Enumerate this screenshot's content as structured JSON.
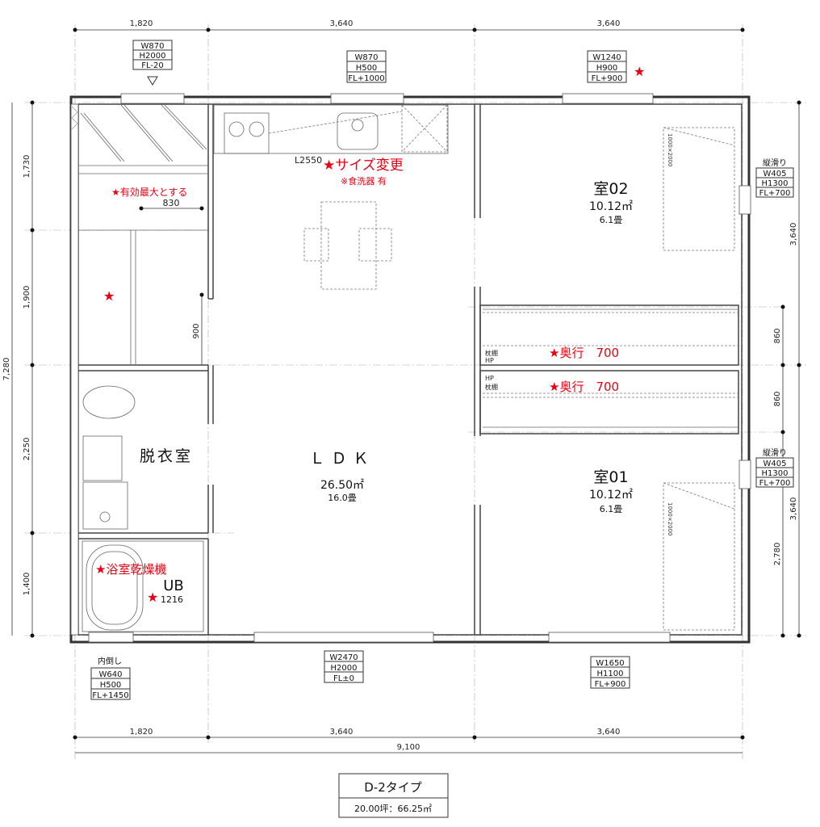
{
  "dimensions": {
    "top": [
      "1,820",
      "3,640",
      "3,640"
    ],
    "bottom": [
      "1,820",
      "3,640",
      "3,640"
    ],
    "bottom_total": "9,100",
    "left": [
      "1,730",
      "1,900",
      "2,250",
      "1,400"
    ],
    "left_total": "7,280",
    "right": [
      "3,640",
      "3,640"
    ],
    "right_inner": [
      "860",
      "860",
      "2,780"
    ],
    "interior_830": "830",
    "interior_900": "900",
    "kitchen_length": "L2550"
  },
  "windows": {
    "entrance_door": [
      "W870",
      "H2000",
      "FL-20"
    ],
    "kitchen": [
      "W870",
      "H500",
      "FL+1000"
    ],
    "room02_top": [
      "W1240",
      "H900",
      "FL+900"
    ],
    "room02_side": {
      "type": "縦滑り",
      "specs": [
        "W405",
        "H1300",
        "FL+700"
      ]
    },
    "room01_side": {
      "type": "縦滑り",
      "specs": [
        "W405",
        "H1300",
        "FL+700"
      ]
    },
    "bath": {
      "type": "内倒し",
      "specs": [
        "W640",
        "H500",
        "FL+1450"
      ]
    },
    "ldk_bottom": [
      "W2470",
      "H2000",
      "FL±0"
    ],
    "room01_bottom": [
      "W1650",
      "H1100",
      "FL+900"
    ]
  },
  "rooms": {
    "ldk": {
      "name": "ＬＤＫ",
      "area": "26.50㎡",
      "tatami": "16.0畳"
    },
    "room02": {
      "name": "室02",
      "area": "10.12㎡",
      "tatami": "6.1畳"
    },
    "room01": {
      "name": "室01",
      "area": "10.12㎡",
      "tatami": "6.1畳"
    },
    "dressing": {
      "name": "脱衣室"
    },
    "ub": {
      "name": "UB",
      "size": "1216"
    }
  },
  "closets": {
    "upper_label": [
      "枕棚",
      "HP"
    ],
    "lower_label": [
      "HP",
      "枕棚"
    ],
    "bed_label": "1000×2000"
  },
  "annotations": {
    "size_change": "★サイズ変更",
    "dishwasher": "※食洗器 有",
    "max_effective": "★有効最大とする",
    "depth_upper": "★奥行　700",
    "depth_lower": "★奥行　700",
    "bath_dryer": "★浴室乾燥機",
    "star": "★"
  },
  "title": {
    "type": "D-2タイプ",
    "area": "20.00坪：66.25㎡"
  }
}
